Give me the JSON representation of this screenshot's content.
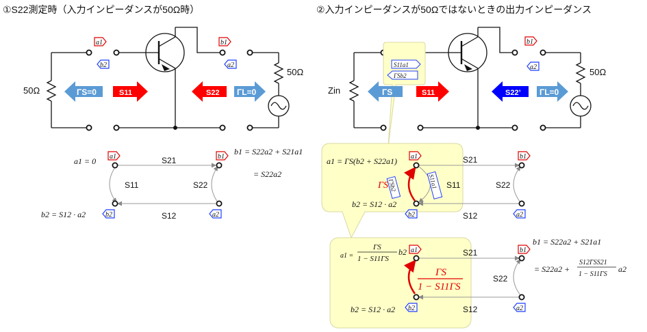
{
  "sections": {
    "left_title": "①S22測定時（入力インピーダンスが50Ω時）",
    "right_title": "②入力インピーダンスが50Ωではないときの出力インピーダンス"
  },
  "labels": {
    "r50": "50Ω",
    "zin": "Zin",
    "gs0": "ΓS=0",
    "gs": "ΓS",
    "s11": "S11",
    "s22": "S22",
    "s22p": "S22’",
    "gl0": "ΓL=0",
    "a1": "a1",
    "a2": "a2",
    "b1": "b1",
    "b2": "b2",
    "s11a1": "S11a1",
    "gsb2": "ΓSb2",
    "s21": "S21",
    "s12": "S12"
  },
  "equations": {
    "a1_zero": "a1 = 0",
    "b1_full": "b1 = S22a2 + S21a1",
    "b1_short": "= S22a2",
    "b2": "b2 = S12 · a2",
    "a1_gs": "a1 = ΓS(b2 + S22a1)",
    "a1_frac_num": "ΓS",
    "a1_frac_den": "1 − S11ΓS",
    "a1_prefix": "a1 =",
    "b1_final_line2_prefix": "= S22a2 +",
    "b1_final_frac_num": "S12ΓSS21",
    "b1_final_frac_den": "1 − S11ΓS",
    "b1_final_suffix": "a2",
    "red_frac_num": "ΓS",
    "red_frac_den": "1 − S11ΓS"
  },
  "colors": {
    "red": "#ff0000",
    "light_blue": "#5b9bd5",
    "dark_blue": "#0000ff",
    "callout_fill": "#ffffc8",
    "callout_border": "#bdb76b"
  }
}
